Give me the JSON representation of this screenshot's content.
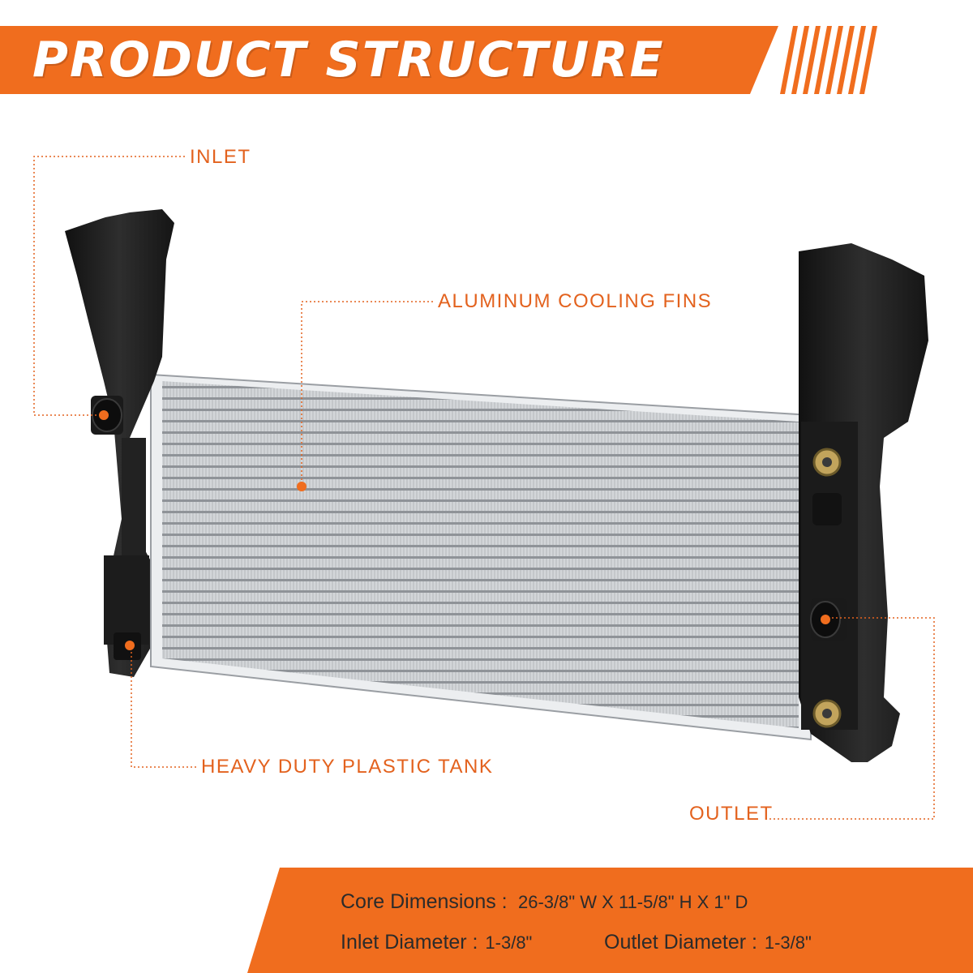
{
  "header": {
    "title": "PRODUCT STRUCTURE"
  },
  "callouts": {
    "inlet": "INLET",
    "fins": "ALUMINUM COOLING FINS",
    "tank": "HEAVY DUTY PLASTIC TANK",
    "outlet": "OUTLET"
  },
  "specs": {
    "core_label": "Core Dimensions :",
    "core_value": "26-3/8\" W X 11-5/8\" H X 1\" D",
    "inlet_label": "Inlet Diameter :",
    "inlet_value": "1-3/8\"",
    "outlet_label": "Outlet Diameter :",
    "outlet_value": "1-3/8\""
  },
  "colors": {
    "accent": "#f06d1e",
    "callout_text": "#e3621e",
    "tank": "#1f1f1f",
    "core": "#c9cccf"
  }
}
